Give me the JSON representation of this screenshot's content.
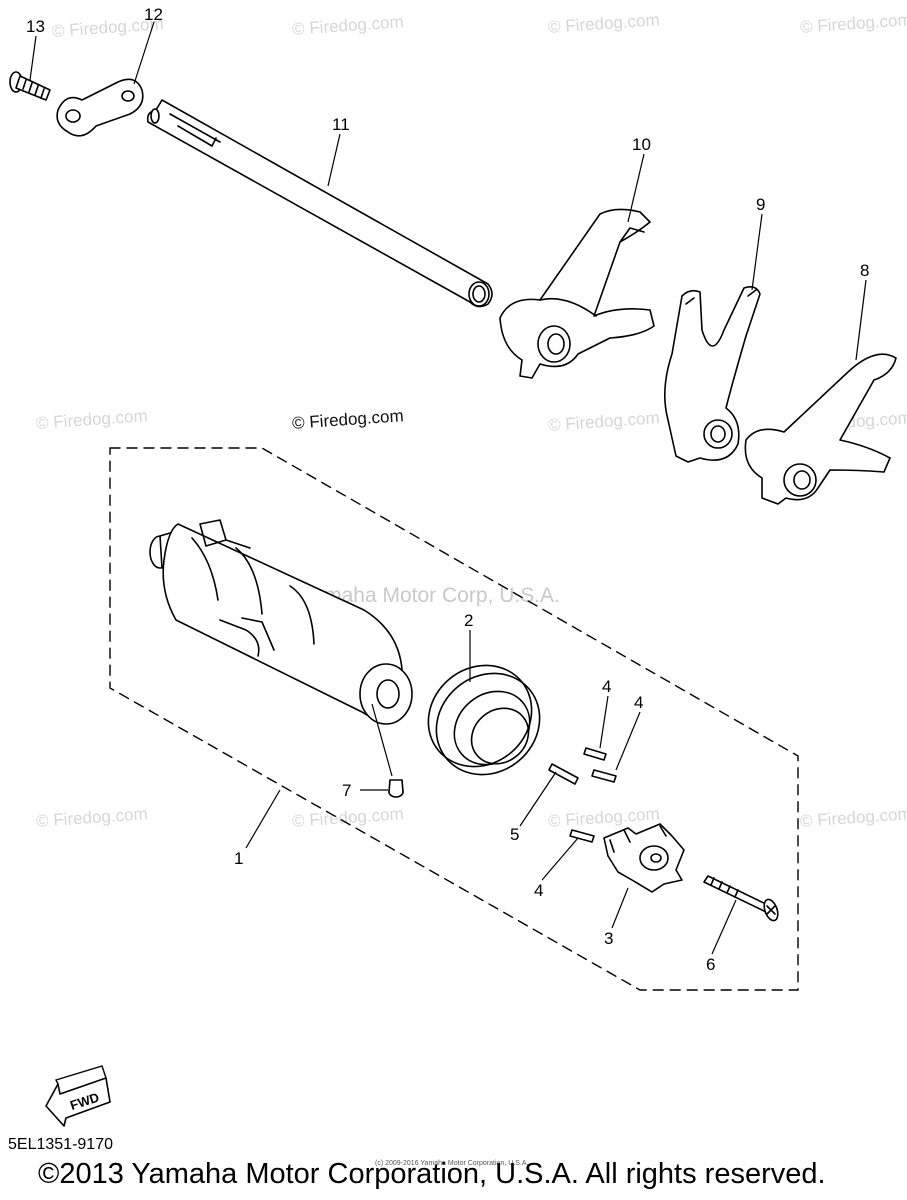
{
  "watermarks": {
    "firedog_faint": "© Firedog.com",
    "firedog_center": "© Firedog.com",
    "yamaha_faint": "Yamaha Motor Corp, U.S.A."
  },
  "callouts": {
    "p1": "1",
    "p2": "2",
    "p3": "3",
    "p4a": "4",
    "p4b": "4",
    "p4c": "4",
    "p5": "5",
    "p6": "6",
    "p7": "7",
    "p8": "8",
    "p9": "9",
    "p10": "10",
    "p11": "11",
    "p12": "12",
    "p13": "13"
  },
  "fwd_label": "FWD",
  "part_code": "5EL1351-9170",
  "tiny_notice": "(c) 2009-2016 Yamaha Motor Corporation, U.S.A.",
  "copyright": "©2013 Yamaha Motor Corporation, U.S.A. All rights reserved."
}
